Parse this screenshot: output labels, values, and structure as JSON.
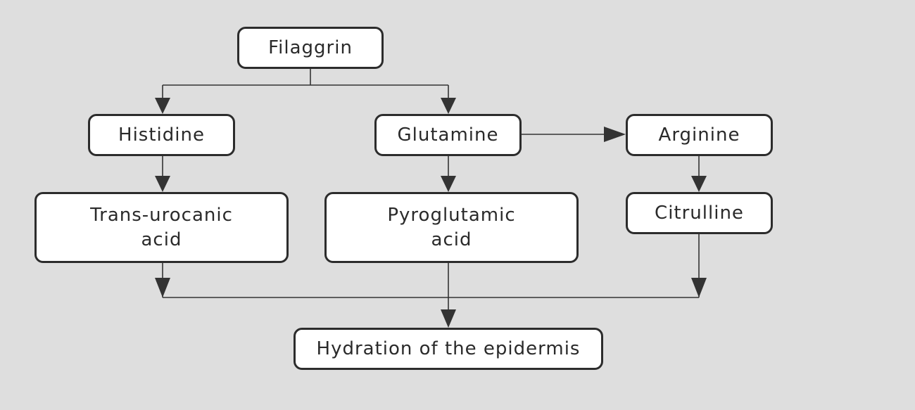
{
  "diagram": {
    "nodes": {
      "filaggrin": "Filaggrin",
      "histidine": "Histidine",
      "glutamine": "Glutamine",
      "arginine": "Arginine",
      "trans_urocanic_acid": [
        "Trans-urocanic",
        "acid"
      ],
      "pyroglutamic_acid": [
        "Pyroglutamic",
        "acid"
      ],
      "citrulline": "Citrulline",
      "hydration": "Hydration of the epidermis"
    },
    "edges": [
      {
        "from": "Filaggrin",
        "to": "Histidine"
      },
      {
        "from": "Filaggrin",
        "to": "Glutamine"
      },
      {
        "from": "Glutamine",
        "to": "Arginine"
      },
      {
        "from": "Histidine",
        "to": "Trans-urocanic acid"
      },
      {
        "from": "Glutamine",
        "to": "Pyroglutamic acid"
      },
      {
        "from": "Arginine",
        "to": "Citrulline"
      },
      {
        "from": "Trans-urocanic acid",
        "to": "Hydration of the epidermis"
      },
      {
        "from": "Pyroglutamic acid",
        "to": "Hydration of the epidermis"
      },
      {
        "from": "Citrulline",
        "to": "Hydration of the epidermis"
      }
    ],
    "colors": {
      "background": "#dedede",
      "node_fill": "#ffffff",
      "stroke": "#2c2c2c",
      "text": "#2a2a2a"
    }
  }
}
